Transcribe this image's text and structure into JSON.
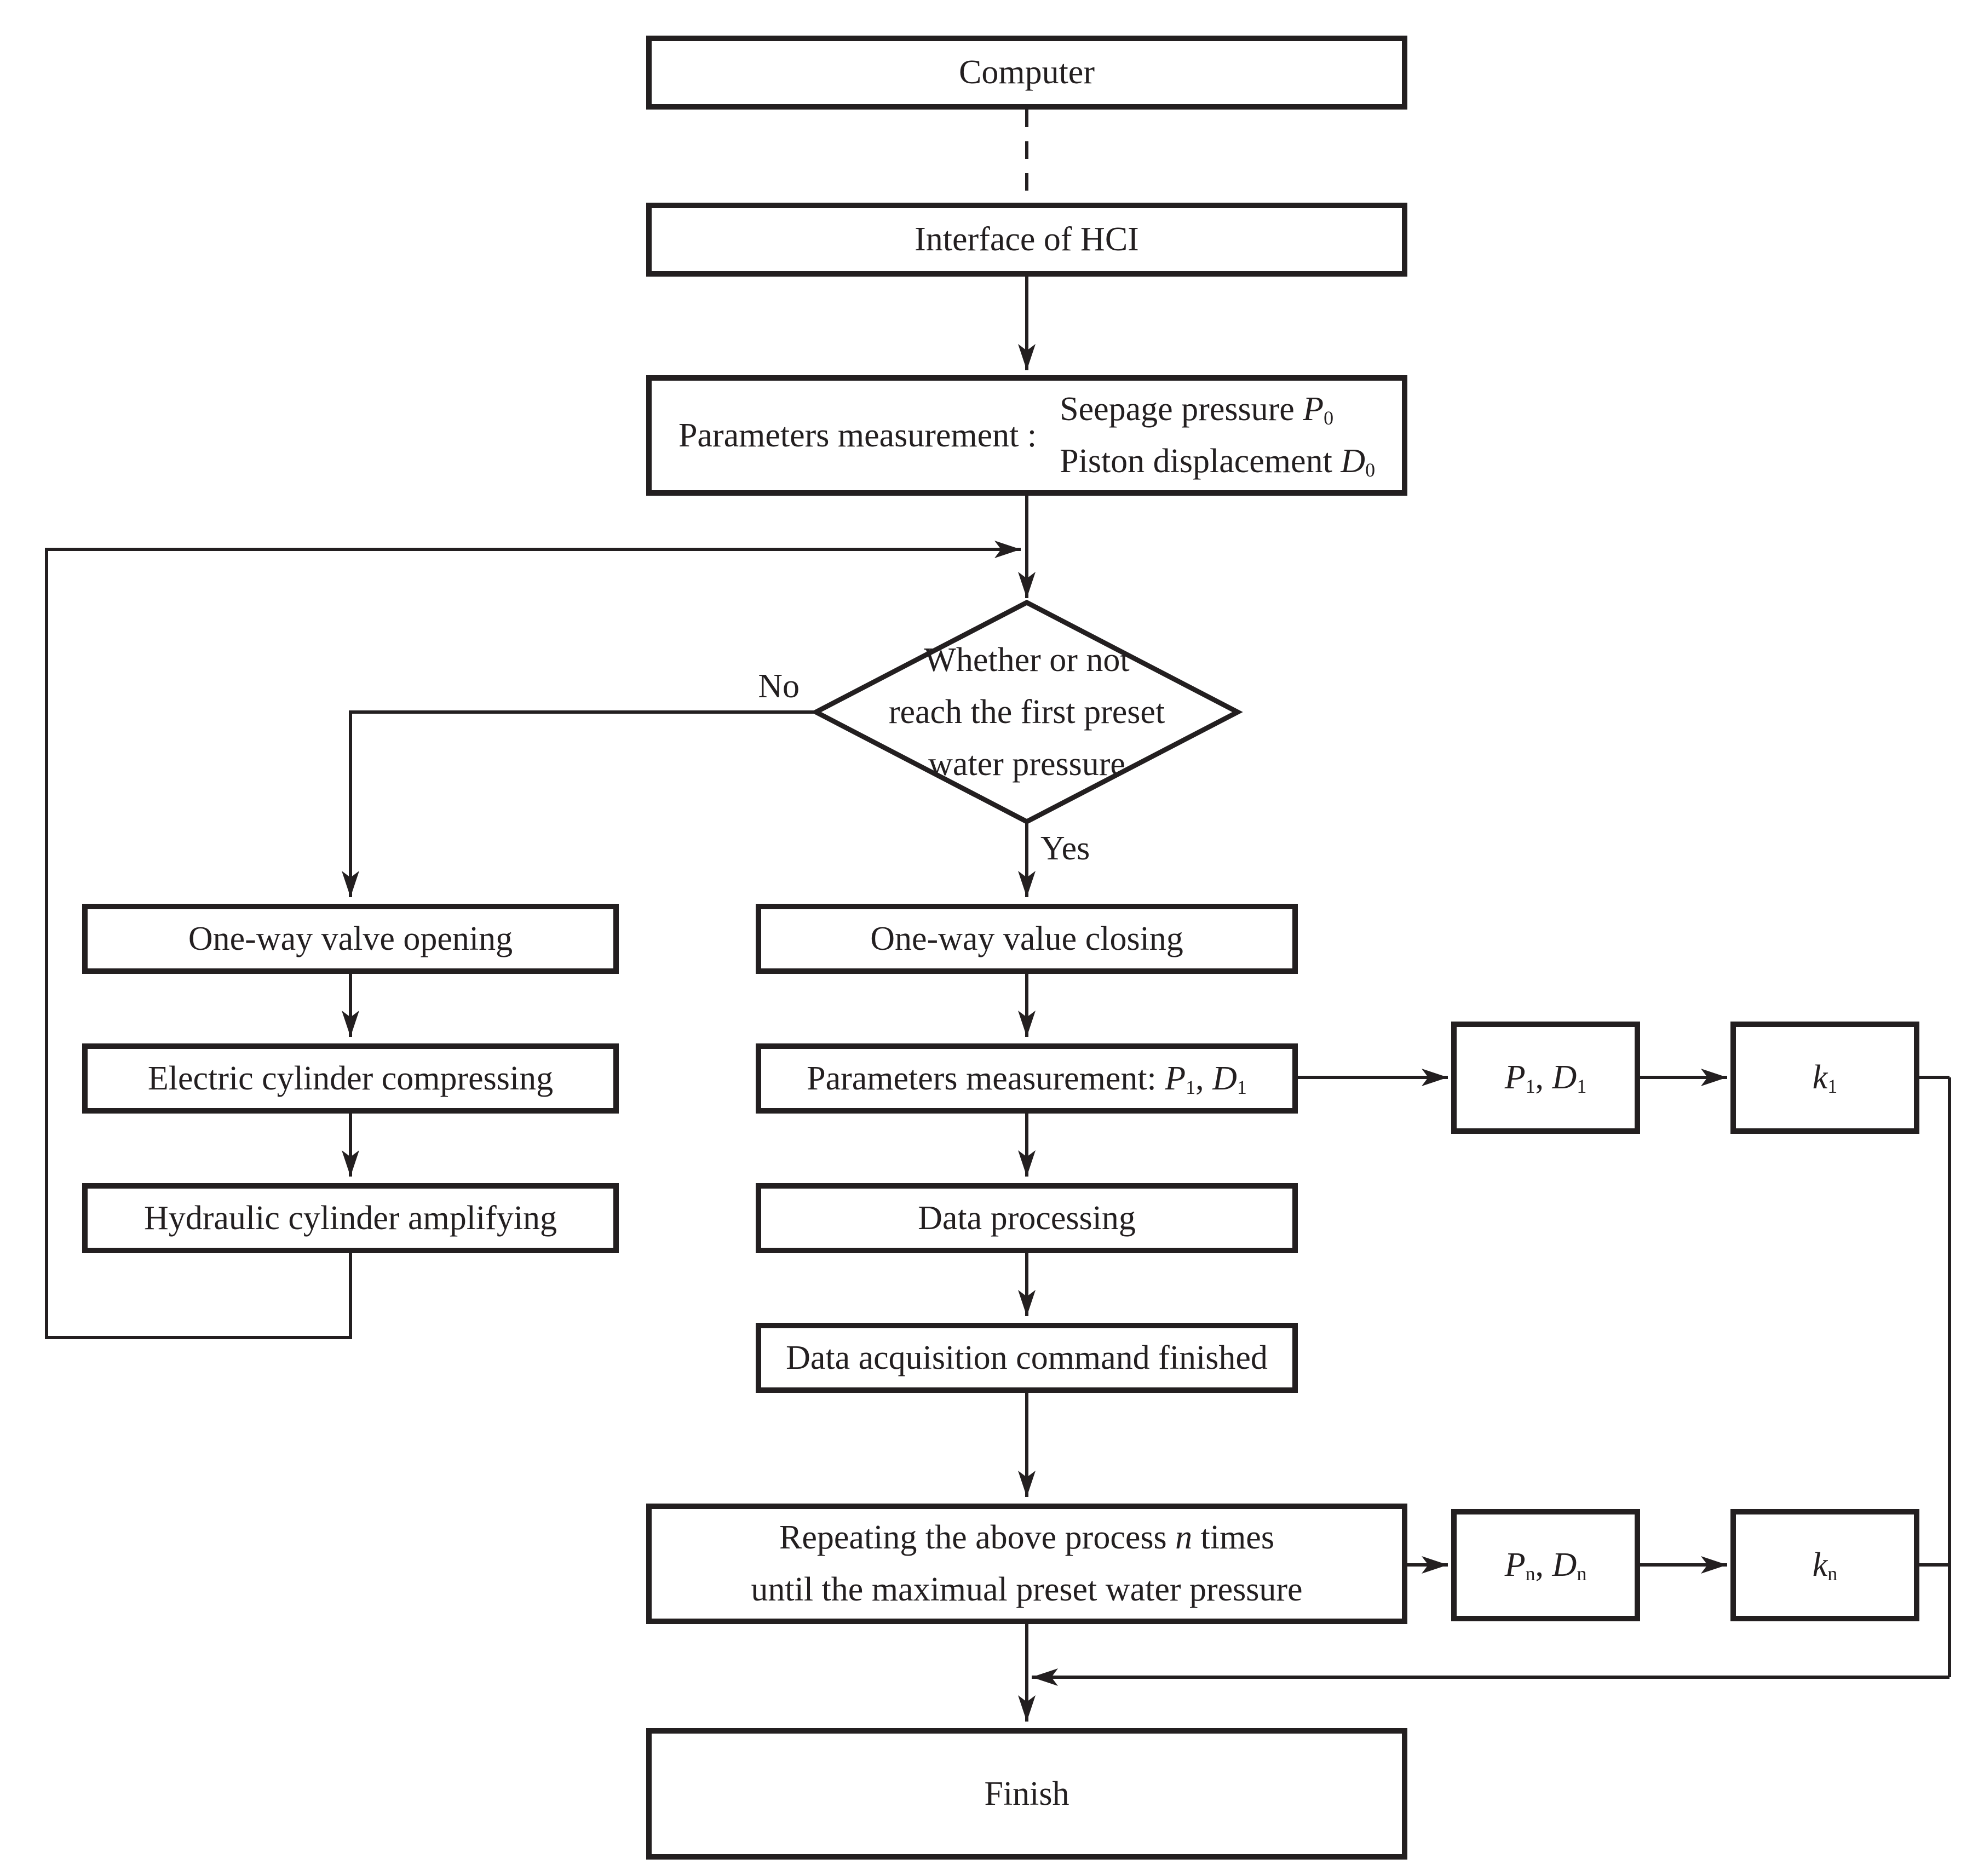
{
  "flowchart": {
    "computer": "Computer",
    "interface_hci": "Interface of HCI",
    "params0": {
      "label": "Parameters measurement :",
      "line1_text": "Seepage pressure ",
      "line1_var": "P",
      "line1_sub": "0",
      "line2_text": "Piston displacement ",
      "line2_var": "D",
      "line2_sub": "0"
    },
    "decision": {
      "line1": "Whether or not",
      "line2": "reach the first preset",
      "line3": "water pressure",
      "no_label": "No",
      "yes_label": "Yes"
    },
    "valve_opening": "One-way valve opening",
    "electric_compressing": "Electric cylinder compressing",
    "hydraulic_amplifying": "Hydraulic cylinder amplifying",
    "value_closing": "One-way value closing",
    "params1": {
      "text": "Parameters measurement: ",
      "p_var": "P",
      "p_sub": "1",
      "sep": ", ",
      "d_var": "D",
      "d_sub": "1"
    },
    "data_processing": "Data processing",
    "data_acquisition": "Data acquisition command finished",
    "repeating": {
      "line1_a": "Repeating the above process ",
      "line1_var": "n",
      "line1_b": " times",
      "line2": "until the maximual preset water pressure"
    },
    "pd1": {
      "p_var": "P",
      "p_sub": "1",
      "sep": ", ",
      "d_var": "D",
      "d_sub": "1"
    },
    "k1": {
      "var": "k",
      "sub": "1"
    },
    "pdn": {
      "p_var": "P",
      "p_sub": "n",
      "sep": ", ",
      "d_var": "D",
      "d_sub": "n"
    },
    "kn": {
      "var": "k",
      "sub": "n"
    },
    "finish": "Finish"
  },
  "colors": {
    "ink": "#231f20",
    "background": "#ffffff"
  }
}
